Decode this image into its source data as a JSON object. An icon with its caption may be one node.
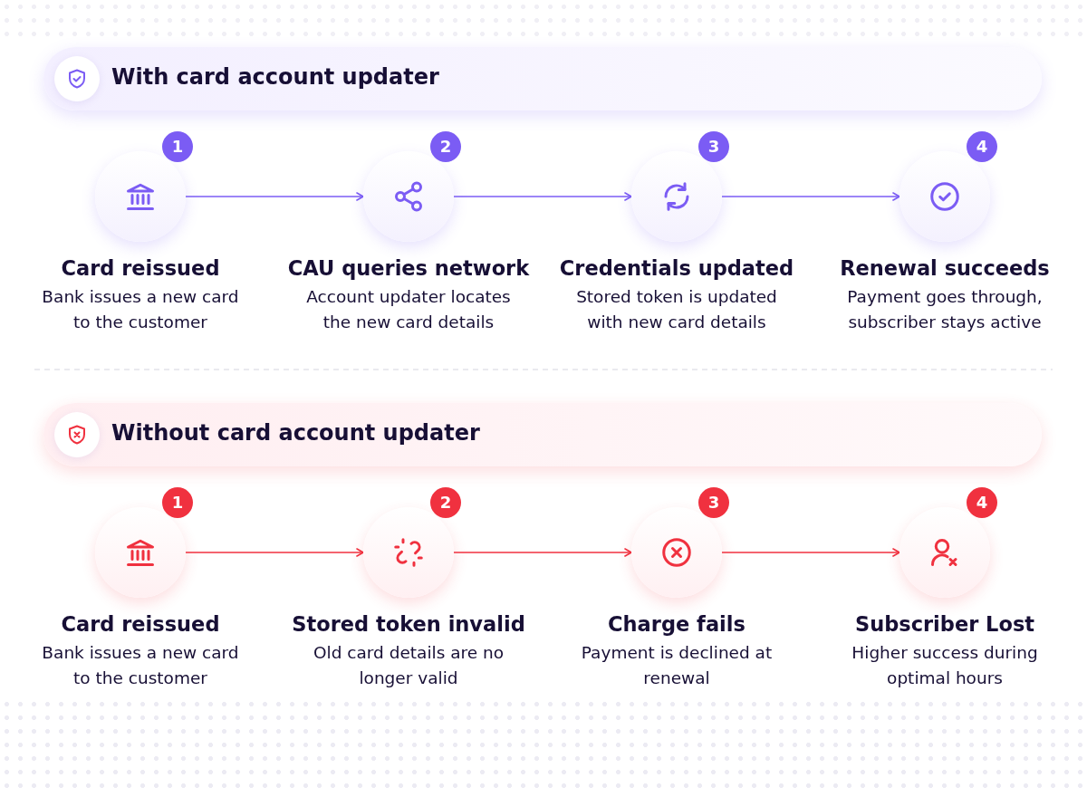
{
  "diagram": {
    "nodes": [
      {
        "text": [
          "With card account updater"
        ]
      },
      {
        "text": [
          "Card reissued",
          "Bank issues a new card to the customer"
        ],
        "beside": [
          "1"
        ]
      },
      {
        "text": [
          "CAU queries network",
          "Account updater locates the new card details"
        ],
        "beside": [
          "2"
        ]
      },
      {
        "text": [
          "Credentials updated",
          "Stored token is updated with new card details"
        ],
        "beside": [
          "3"
        ]
      },
      {
        "text": [
          "Renewal succeeds",
          "Payment goes through, subscriber stays active"
        ],
        "beside": [
          "4"
        ]
      },
      {
        "text": [
          "Without card account updater"
        ]
      },
      {
        "text": [
          "Card reissued",
          "Bank issues a new card to the customer"
        ],
        "beside": [
          "1"
        ]
      },
      {
        "text": [
          "Stored token invalid",
          "Old card details are no longer valid"
        ],
        "beside": [
          "2"
        ]
      },
      {
        "text": [
          "Charge fails",
          "Payment is declined at renewal"
        ],
        "beside": [
          "3"
        ]
      },
      {
        "text": [
          "Subscriber Lost",
          "Higher success during optimal hours"
        ],
        "beside": [
          "4"
        ]
      }
    ],
    "edges": [
      {
        "from": 1,
        "to": 2,
        "arrow": "to"
      },
      {
        "from": 2,
        "to": 3,
        "arrow": "to"
      },
      {
        "from": 3,
        "to": 4,
        "arrow": "to"
      },
      {
        "from": 6,
        "to": 7,
        "arrow": "to",
        "color": "#f0313f"
      },
      {
        "from": 7,
        "to": 8,
        "arrow": "to",
        "color": "#f0313f"
      },
      {
        "from": 8,
        "to": 9,
        "arrow": "to",
        "color": "#f0313f"
      }
    ]
  }
}
